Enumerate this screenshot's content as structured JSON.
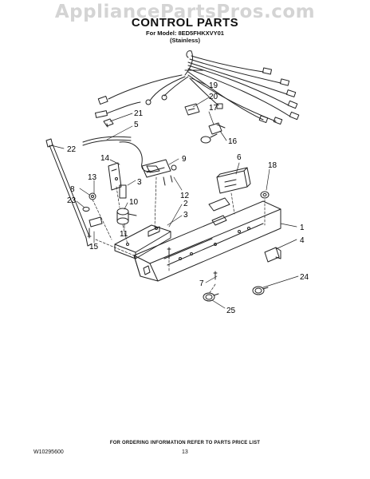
{
  "watermark": "AppliancePartsPros.com",
  "header": {
    "title": "CONTROL PARTS",
    "model_line": "For Model: 8ED5FHKXVY01",
    "finish_line": "(Stainless)"
  },
  "callouts": [
    "22",
    "21",
    "5",
    "19",
    "20",
    "17",
    "16",
    "9",
    "14",
    "13",
    "3",
    "12",
    "10",
    "8",
    "23",
    "11",
    "15",
    "2",
    "3",
    "6",
    "18",
    "1",
    "4",
    "7",
    "24",
    "25"
  ],
  "footer": {
    "ordering_note": "FOR ORDERING INFORMATION REFER TO PARTS PRICE LIST",
    "document_number": "W10295600",
    "page_number": "13"
  }
}
